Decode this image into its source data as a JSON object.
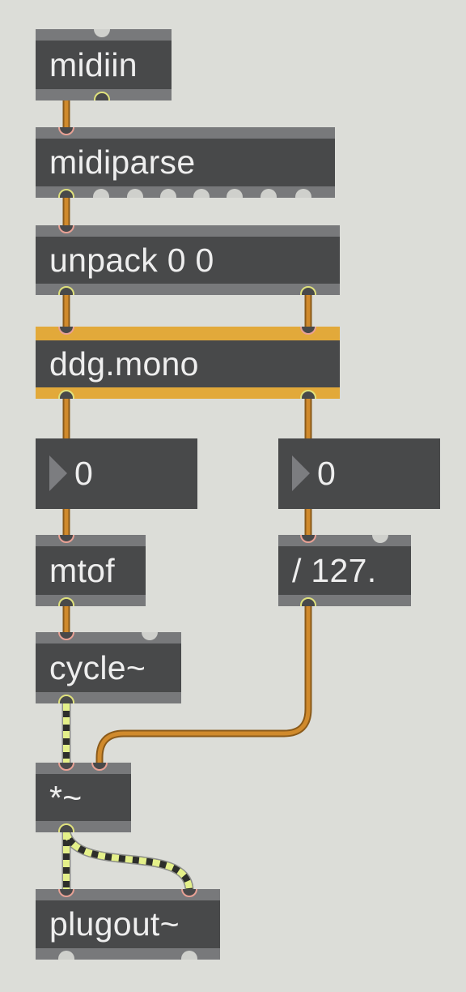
{
  "patcher": {
    "objects": {
      "midiin": "midiin",
      "midiparse": "midiparse",
      "unpack": "unpack 0 0",
      "ddg_mono": "ddg.mono",
      "mtof": "mtof",
      "div127": "/ 127.",
      "cycle": "cycle~",
      "mult": "*~",
      "plugout": "plugout~"
    },
    "number_boxes": {
      "left_value": "0",
      "right_value": "0"
    },
    "colors": {
      "canvas": "#dcddd8",
      "object_body": "#48494a",
      "object_bar": "#78797b",
      "highlight_bar": "#e2a93a",
      "message_cord": "#d08a2c",
      "signal_cord_stripe": "#e4f08a",
      "inlet_ring": "#e8a195",
      "outlet_ring": "#dfe17c"
    }
  }
}
